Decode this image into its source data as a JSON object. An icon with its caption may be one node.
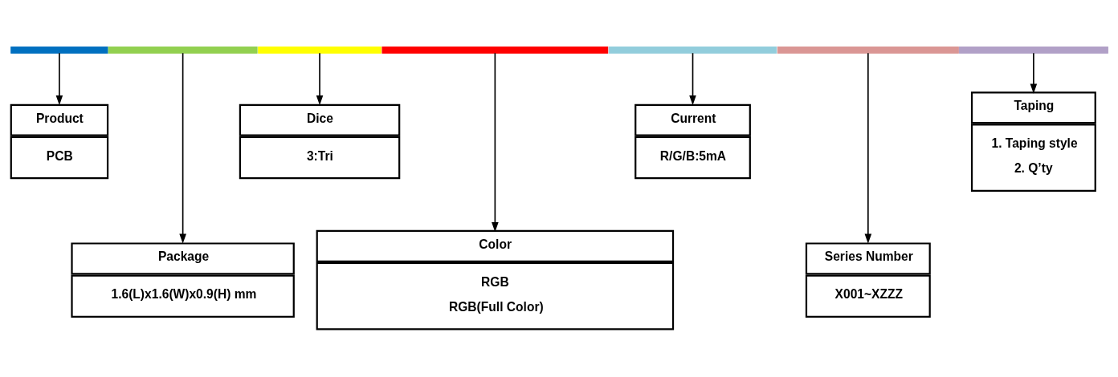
{
  "diagram": {
    "nodes": [
      {
        "text": [],
        "shape": "bar"
      },
      {
        "text": [],
        "shape": "bar"
      },
      {
        "text": [],
        "shape": "bar"
      },
      {
        "text": [],
        "shape": "bar"
      },
      {
        "text": [],
        "shape": "bar"
      },
      {
        "text": [],
        "shape": "bar"
      },
      {
        "text": [],
        "shape": "bar"
      },
      {
        "text": [
          "Product",
          "PCB"
        ]
      },
      {
        "text": [
          "Dice",
          "3:Tri"
        ]
      },
      {
        "text": [
          "Current",
          "R/G/B:5mA"
        ]
      },
      {
        "text": [
          "Taping",
          "1. Taping style",
          "2. Q’ty"
        ]
      },
      {
        "text": [
          "Package",
          "1.6(L)x1.6(W)x0.9(H) mm"
        ]
      },
      {
        "text": [
          "Color",
          "RGB",
          "RGB(Full Color)"
        ]
      },
      {
        "text": [
          "Series Number",
          "X001~XZZZ"
        ]
      }
    ],
    "edges": [
      {
        "from": 0,
        "to": 7,
        "arrow": "to"
      },
      {
        "from": 1,
        "to": 11,
        "arrow": "to"
      },
      {
        "from": 2,
        "to": 8,
        "arrow": "to"
      },
      {
        "from": 3,
        "to": 12,
        "arrow": "to"
      },
      {
        "from": 4,
        "to": 9,
        "arrow": "to"
      },
      {
        "from": 5,
        "to": 13,
        "arrow": "to"
      },
      {
        "from": 6,
        "to": 10,
        "arrow": "to"
      }
    ]
  }
}
